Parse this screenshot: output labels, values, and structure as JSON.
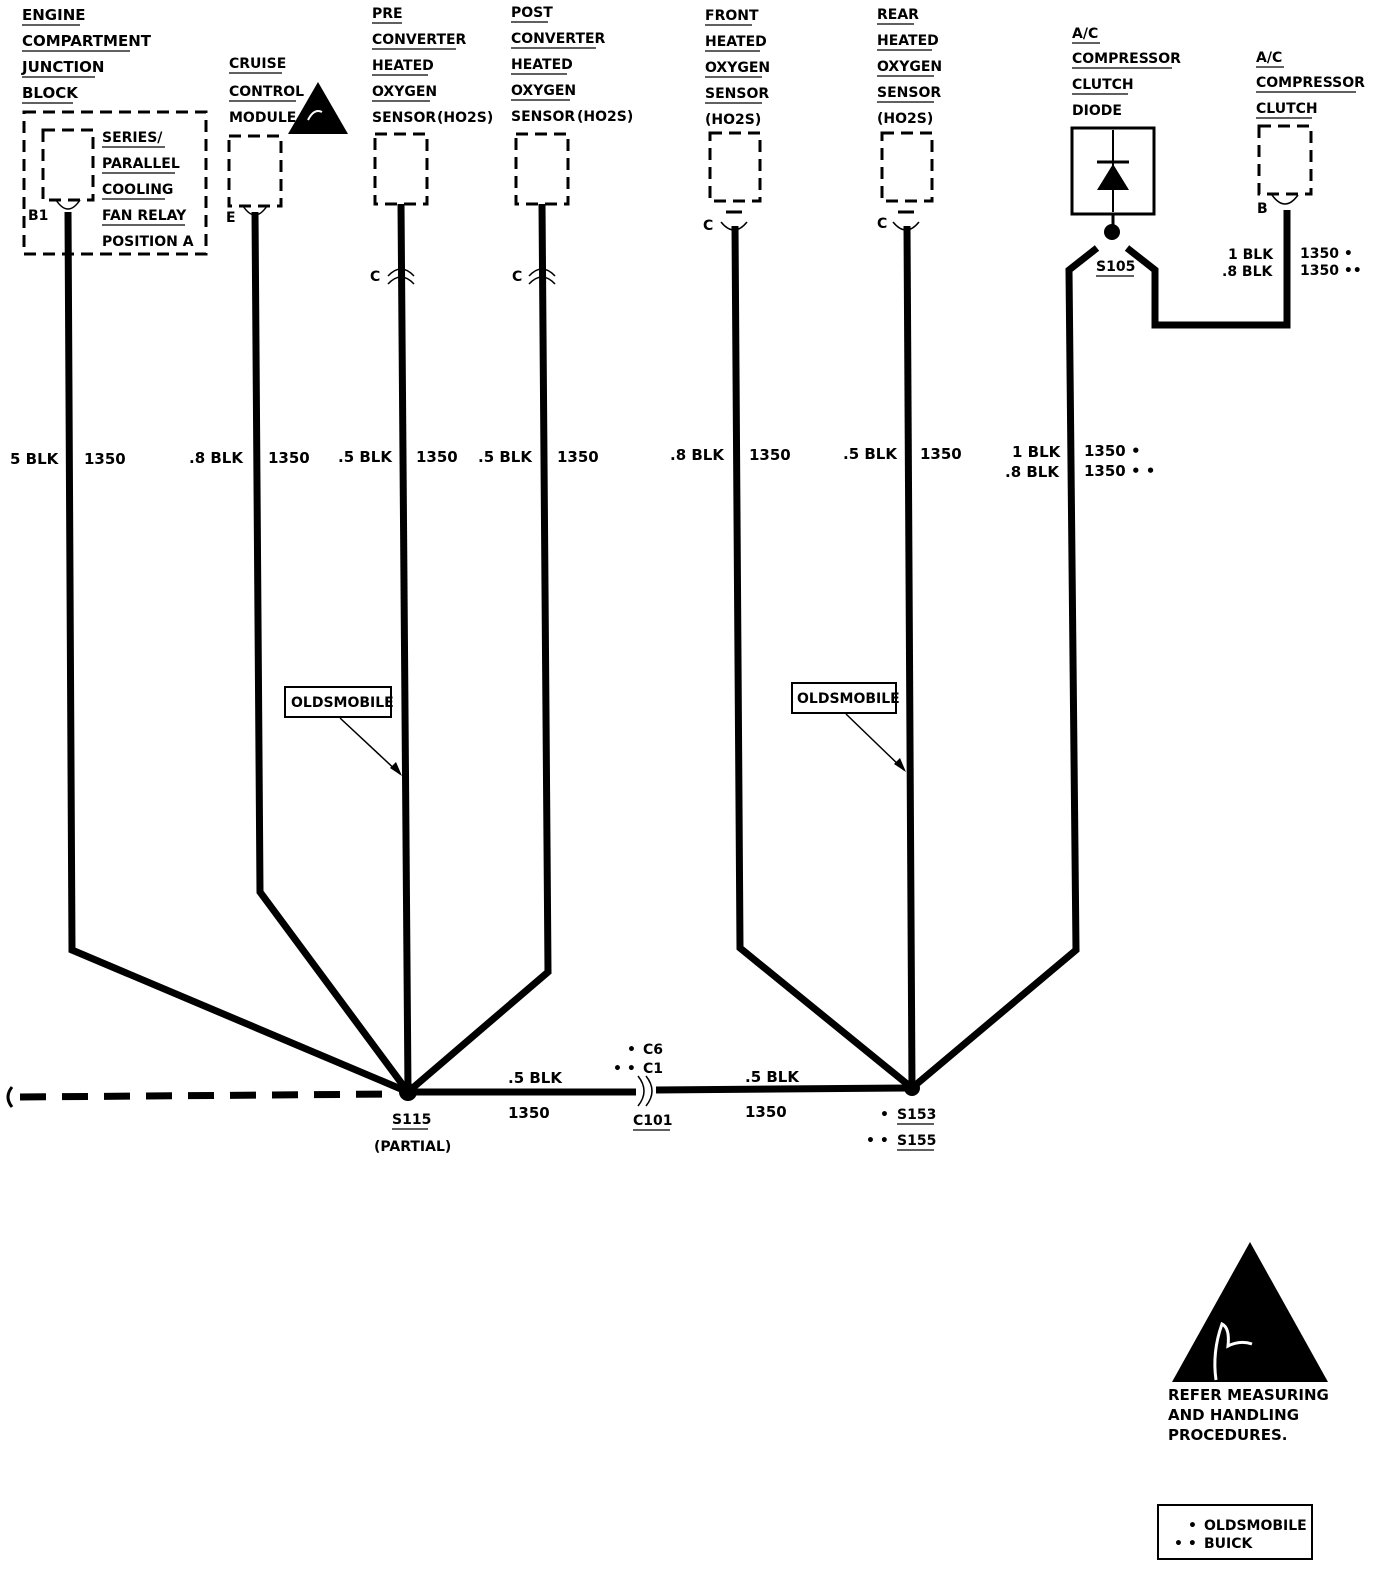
{
  "components": {
    "junction_block": [
      "ENGINE",
      "COMPARTMENT",
      "JUNCTION",
      "BLOCK"
    ],
    "relay": [
      "SERIES/",
      "PARALLEL",
      "COOLING",
      "FAN RELAY",
      "POSITION A"
    ],
    "relay_pin": "B1",
    "cruise": [
      "CRUISE",
      "CONTROL",
      "MODULE"
    ],
    "cruise_pin": "E",
    "pre_conv": [
      "PRE",
      "CONVERTER",
      "HEATED",
      "OXYGEN",
      "SENSOR"
    ],
    "pre_conv_suffix": "(HO2S)",
    "post_conv": [
      "POST",
      "CONVERTER",
      "HEATED",
      "OXYGEN",
      "SENSOR"
    ],
    "post_conv_suffix": "(HO2S)",
    "front_ho2s": [
      "FRONT",
      "HEATED",
      "OXYGEN",
      "SENSOR",
      "(HO2S)"
    ],
    "rear_ho2s": [
      "REAR",
      "HEATED",
      "OXYGEN",
      "SENSOR",
      "(HO2S)"
    ],
    "ac_diode": [
      "A/C",
      "COMPRESSOR",
      "CLUTCH",
      "DIODE"
    ],
    "ac_clutch": [
      "A/C",
      "COMPRESSOR",
      "CLUTCH"
    ],
    "ac_clutch_pin": "B",
    "pin_c": "C"
  },
  "wires": {
    "w1": {
      "gauge": "5 BLK",
      "circuit": "1350"
    },
    "w2": {
      "gauge": ".8 BLK",
      "circuit": "1350"
    },
    "w3": {
      "gauge": ".5 BLK",
      "circuit": "1350"
    },
    "w4": {
      "gauge": ".5 BLK",
      "circuit": "1350"
    },
    "w5": {
      "gauge": ".8 BLK",
      "circuit": "1350"
    },
    "w6": {
      "gauge": ".5 BLK",
      "circuit": "1350"
    },
    "w7": {
      "gauge_a": "1 BLK",
      "circuit_a": "1350 •",
      "gauge_b": ".8 BLK",
      "circuit_b": "1350 • •"
    },
    "w8": {
      "gauge_a": "1 BLK",
      "circuit_a": "1350 •",
      "gauge_b": ".8 BLK",
      "circuit_b": "1350 ••"
    },
    "h1": {
      "gauge": ".5 BLK",
      "circuit": "1350"
    },
    "h2": {
      "gauge": ".5 BLK",
      "circuit": "1350"
    }
  },
  "splices": {
    "s115": "S115",
    "s115_note": "(PARTIAL)",
    "s105": "S105",
    "s153": "S153",
    "s155": "S155",
    "s153_mark": "•",
    "s155_mark": "• •"
  },
  "connector_c101": {
    "name": "C101",
    "c6": "C6",
    "c1": "C1",
    "c6_mark": "•",
    "c1_mark": "• •"
  },
  "callouts": {
    "olds_left": "OLDSMOBILE",
    "olds_right": "OLDSMOBILE"
  },
  "esd_note": [
    "REFER MEASURING",
    "AND HANDLING",
    "PROCEDURES."
  ],
  "legend": [
    {
      "mark": "•",
      "label": "OLDSMOBILE"
    },
    {
      "mark": "• •",
      "label": "BUICK"
    }
  ]
}
